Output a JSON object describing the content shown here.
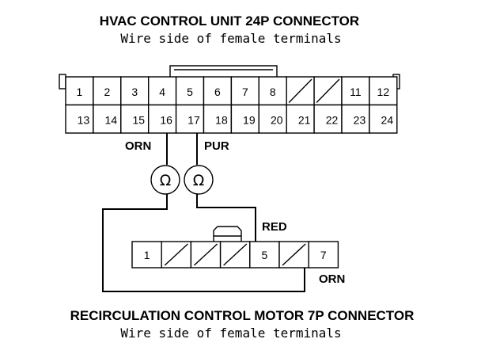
{
  "top_connector": {
    "title": "HVAC CONTROL UNIT 24P CONNECTOR",
    "subtitle": "Wire side of female terminals",
    "row1": [
      "1",
      "2",
      "3",
      "4",
      "5",
      "6",
      "7",
      "8",
      "",
      "",
      "11",
      "12"
    ],
    "row2": [
      "13",
      "14",
      "15",
      "16",
      "17",
      "18",
      "19",
      "20",
      "21",
      "22",
      "23",
      "24"
    ]
  },
  "bottom_connector": {
    "title": "RECIRCULATION CONTROL MOTOR 7P CONNECTOR",
    "subtitle": "Wire side of female terminals",
    "cells": [
      "1",
      "",
      "",
      "",
      "5",
      "",
      "7"
    ]
  },
  "wires": {
    "orn_top": "ORN",
    "pur": "PUR",
    "red": "RED",
    "orn_bottom": "ORN"
  },
  "meters": {
    "left_symbol": "Ω",
    "right_symbol": "Ω"
  }
}
